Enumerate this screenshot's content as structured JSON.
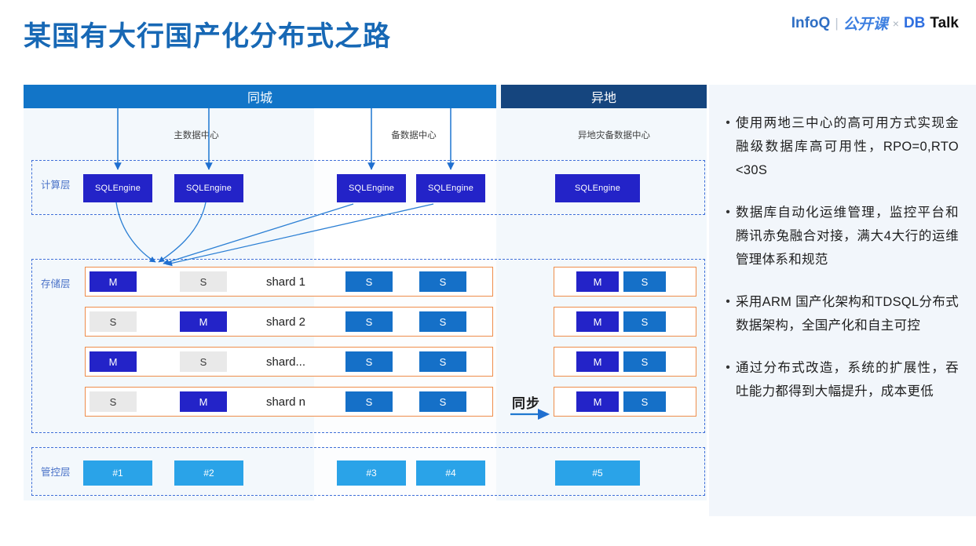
{
  "title": "某国有大行国产化分布式之路",
  "brand": {
    "info": "InfoQ",
    "q": "Q",
    "divider": "|",
    "open_course": "公开课",
    "times": "×",
    "db": "DB",
    "talk": "Talk"
  },
  "diagram": {
    "headers": {
      "same_city": "同城",
      "remote": "异地"
    },
    "datacenters": [
      {
        "label": "主数据中心"
      },
      {
        "label": "备数据中心"
      },
      {
        "label": "异地灾备数据中心"
      }
    ],
    "layers": {
      "compute": "计算层",
      "storage": "存储层",
      "manage": "管控层"
    },
    "sql_engines": [
      {
        "label": "SQLEngine"
      },
      {
        "label": "SQLEngine"
      },
      {
        "label": "SQLEngine"
      },
      {
        "label": "SQLEngine"
      },
      {
        "label": "SQLEngine"
      }
    ],
    "shards": [
      {
        "name": "shard 1",
        "cells": [
          "M",
          "S",
          "S",
          "S"
        ],
        "remote": [
          "M",
          "S"
        ]
      },
      {
        "name": "shard 2",
        "cells": [
          "S",
          "M",
          "S",
          "S"
        ],
        "remote": [
          "M",
          "S"
        ]
      },
      {
        "name": "shard...",
        "cells": [
          "M",
          "S",
          "S",
          "S"
        ],
        "remote": [
          "M",
          "S"
        ]
      },
      {
        "name": "shard n",
        "cells": [
          "S",
          "M",
          "S",
          "S"
        ],
        "remote": [
          "M",
          "S"
        ]
      }
    ],
    "sync_label": "同步",
    "manage_nodes": [
      {
        "label": "#1"
      },
      {
        "label": "#2"
      },
      {
        "label": "#3"
      },
      {
        "label": "#4"
      },
      {
        "label": "#5"
      }
    ]
  },
  "side_bullets": [
    {
      "marker": "•",
      "text": "使用两地三中心的高可用方式实现金融级数据库高可用性，RPO=0,RTO <30S"
    },
    {
      "marker": "•",
      "text": "数据库自动化运维管理，监控平台和腾讯赤兔融合对接，满大4大行的运维管理体系和规范"
    },
    {
      "marker": "•",
      "text": "采用ARM 国产化架构和TDSQL分布式数据架构，全国产化和自主可控"
    },
    {
      "marker": "•",
      "text": "通过分布式改造，系统的扩展性，吞吐能力都得到大幅提升，成本更低"
    }
  ],
  "colors": {
    "title_blue": "#1768b5",
    "header_blue": "#1275c8",
    "header_dark_blue": "#15457e",
    "engine_blue": "#2323c8",
    "secondary_blue": "#1570c8",
    "manage_blue": "#2aa3e8",
    "shard_border_orange": "#ef8d4b",
    "layer_dash_blue": "#3f6fd8",
    "gray_cell": "#e9e9e9"
  }
}
